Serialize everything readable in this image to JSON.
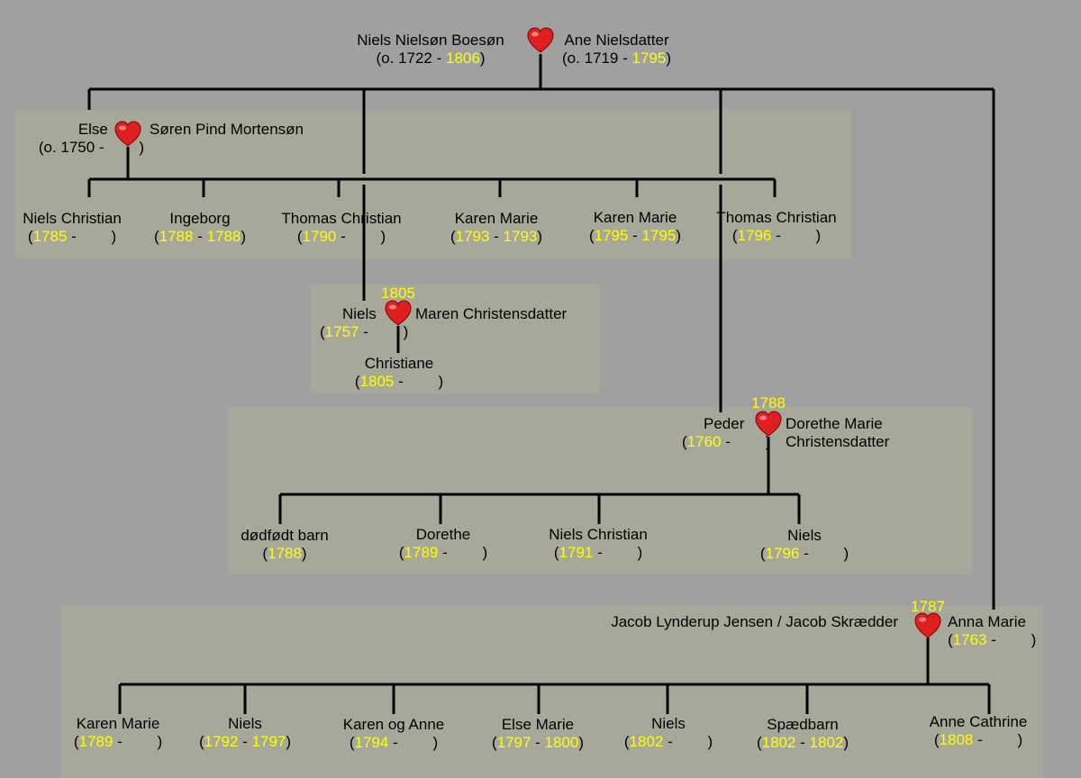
{
  "colors": {
    "background": "#a0a0a0",
    "panel": "#a8a89a",
    "year": "#ffff00",
    "line": "#000000",
    "heart": "#e02020"
  },
  "root": {
    "husband": {
      "name": "Niels Nielsøn Boesøn",
      "prefix": "o. 1722",
      "sep": " - ",
      "death": "1806"
    },
    "wife": {
      "name": "Ane Nielsdatter",
      "prefix": "o. 1719",
      "sep": " - ",
      "death": "1795"
    }
  },
  "else_family": {
    "wife": {
      "name": "Else",
      "prefix": "o. 1750",
      "sep": " - "
    },
    "husband": {
      "name": "Søren Pind Mortensøn"
    },
    "children": [
      {
        "name": "Niels Christian",
        "birth": "1785",
        "sep": " - "
      },
      {
        "name": "Ingeborg",
        "birth": "1788",
        "sep": " - ",
        "death": "1788"
      },
      {
        "name": "Thomas Christian",
        "birth": "1790",
        "sep": " - "
      },
      {
        "name": "Karen Marie",
        "birth": "1793",
        "sep": " - ",
        "death": "1793"
      },
      {
        "name": "Karen Marie",
        "birth": "1795",
        "sep": " - ",
        "death": "1795"
      },
      {
        "name": "Thomas Christian",
        "birth": "1796",
        "sep": " - "
      }
    ]
  },
  "niels_family": {
    "marriage_year": "1805",
    "husband": {
      "name": "Niels",
      "birth": "1757",
      "sep": " - "
    },
    "wife": {
      "name": "Maren Christensdatter"
    },
    "children": [
      {
        "name": "Christiane",
        "birth": "1805",
        "sep": " - "
      }
    ]
  },
  "peder_family": {
    "marriage_year": "1788",
    "husband": {
      "name": "Peder",
      "birth": "1760",
      "sep": " - "
    },
    "wife": {
      "name_line1": "Dorethe Marie",
      "name_line2": "Christensdatter"
    },
    "children": [
      {
        "name": "dødfødt barn",
        "birth": "1788"
      },
      {
        "name": "Dorethe",
        "birth": "1789",
        "sep": " - "
      },
      {
        "name": "Niels Christian",
        "birth": "1791",
        "sep": " - "
      },
      {
        "name": "Niels",
        "birth": "1796",
        "sep": " - "
      }
    ]
  },
  "anna_family": {
    "marriage_year": "1787",
    "husband": {
      "name": "Jacob Lynderup Jensen / Jacob Skrædder"
    },
    "wife": {
      "name": "Anna Marie",
      "birth": "1763",
      "sep": " - "
    },
    "children": [
      {
        "name": "Karen Marie",
        "birth": "1789",
        "sep": " - "
      },
      {
        "name": "Niels",
        "birth": "1792",
        "sep": " - ",
        "death": "1797"
      },
      {
        "name": "Karen og Anne",
        "birth": "1794",
        "sep": " - "
      },
      {
        "name": "Else Marie",
        "birth": "1797",
        "sep": " - ",
        "death": "1800"
      },
      {
        "name": "Niels",
        "birth": "1802",
        "sep": " - "
      },
      {
        "name": "Spædbarn",
        "birth": "1802",
        "sep": " - ",
        "death": "1802"
      },
      {
        "name": "Anne Cathrine",
        "birth": "1808",
        "sep": " - "
      }
    ]
  }
}
